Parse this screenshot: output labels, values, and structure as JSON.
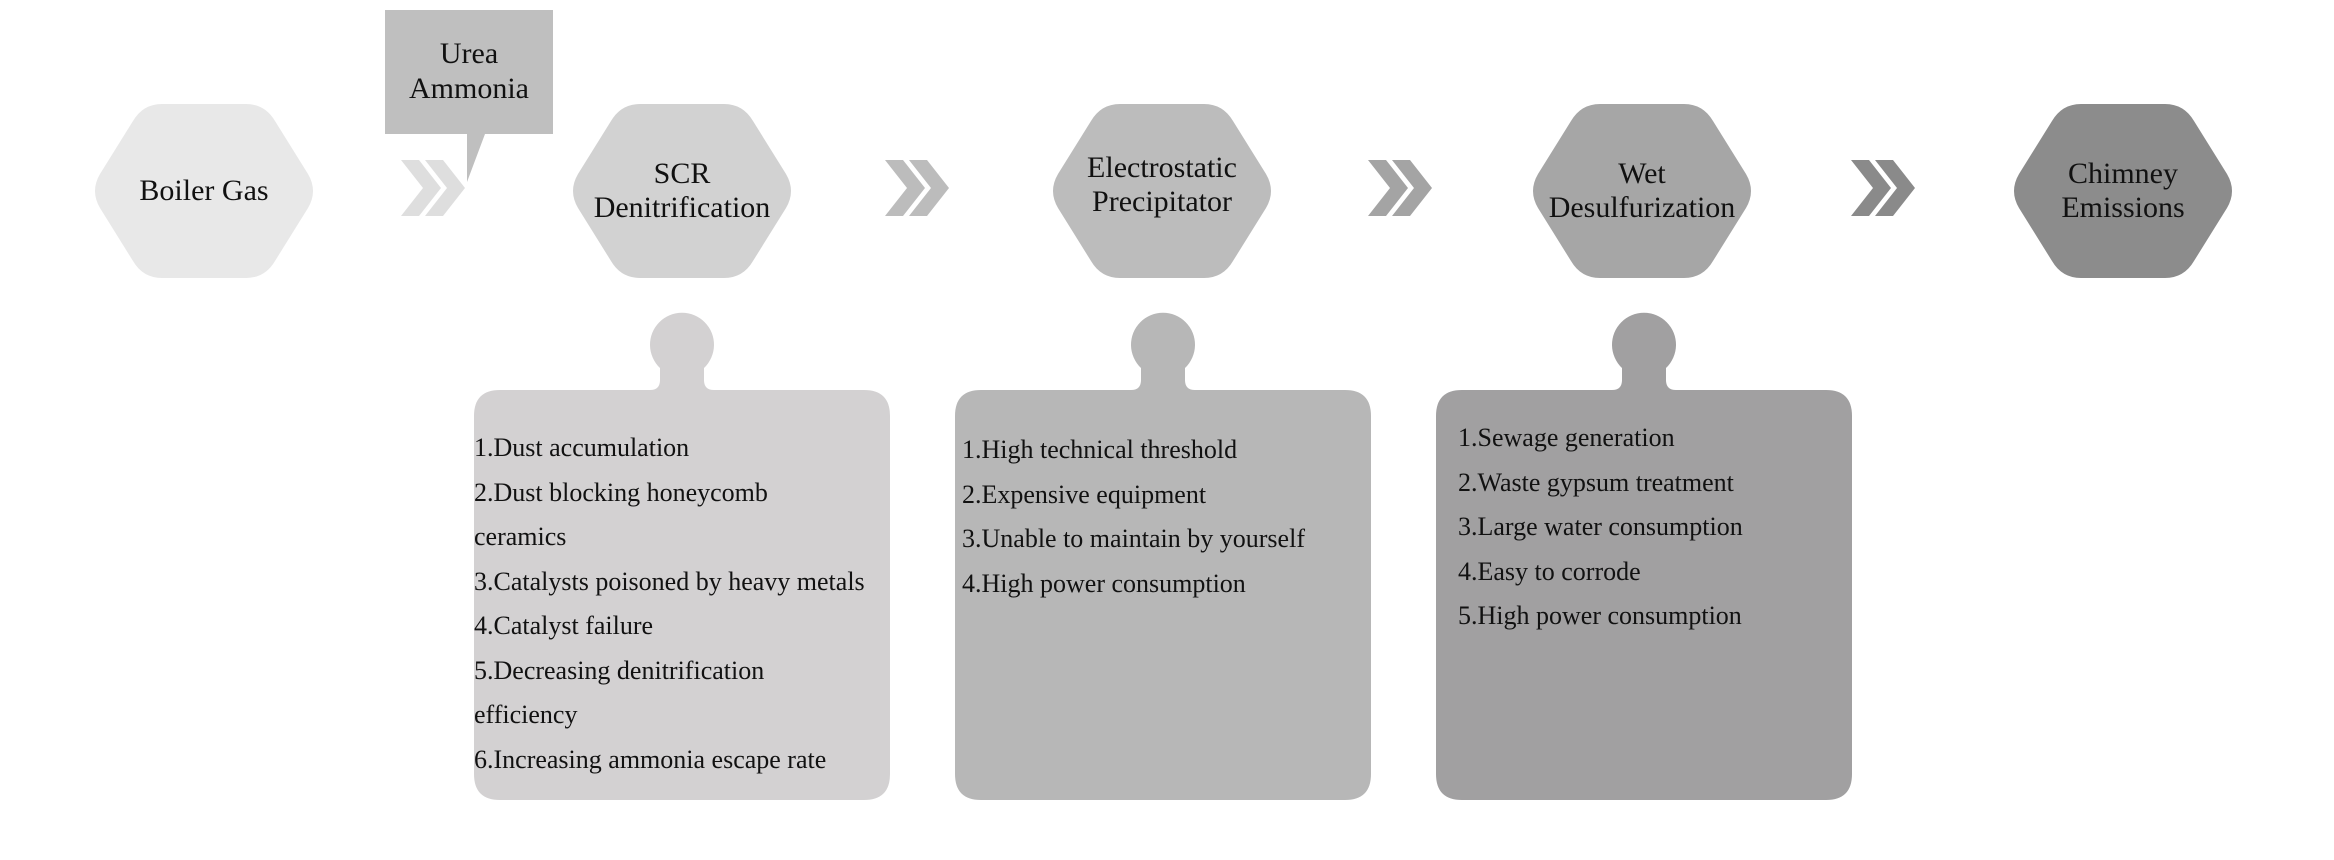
{
  "stages": [
    {
      "id": "boiler",
      "label": "Boiler Gas",
      "fill": "#e8e8e8"
    },
    {
      "id": "scr",
      "label": "SCR Denitrification",
      "fill": "#d2d2d2"
    },
    {
      "id": "esp",
      "label": "Electrostatic Precipitator",
      "fill": "#bcbcbc"
    },
    {
      "id": "wet",
      "label": "Wet Desulfurization",
      "fill": "#a6a6a6"
    },
    {
      "id": "chimney",
      "label": "Chimney Emissions",
      "fill": "#8c8c8c"
    }
  ],
  "callout": {
    "label": "Urea Ammonia",
    "fill": "#bfbfbf"
  },
  "arrows": [
    {
      "fill": "#dedede"
    },
    {
      "fill": "#bcbcbc"
    },
    {
      "fill": "#a4a4a4"
    },
    {
      "fill": "#8a8a8a"
    }
  ],
  "cards": [
    {
      "fill": "#d3d1d2",
      "items": [
        "1.Dust accumulation",
        "2.Dust blocking honeycomb ceramics",
        "3.Catalysts poisoned by heavy metals",
        "4.Catalyst failure",
        "5.Decreasing denitrification efficiency",
        "6.Increasing ammonia escape rate"
      ]
    },
    {
      "fill": "#b7b7b7",
      "items": [
        "1.High technical threshold",
        "2.Expensive equipment",
        "3.Unable to maintain by yourself",
        "4.High power consumption"
      ]
    },
    {
      "fill": "#a1a0a1",
      "items": [
        "1.Sewage generation",
        "2.Waste gypsum treatment",
        "3.Large water consumption",
        "4.Easy to corrode",
        "5.High power consumption"
      ]
    }
  ]
}
